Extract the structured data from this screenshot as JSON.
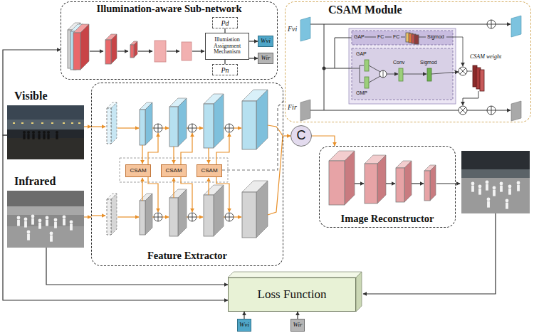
{
  "diagram": {
    "nodes": [
      {
        "text": [
          "Illumination-aware Sub-network"
        ]
      },
      {
        "text": [
          "Pd"
        ],
        "in": 0
      },
      {
        "text": [
          "Illumiation Assignment Mechanism"
        ],
        "in": 0
      },
      {
        "text": [
          "Pn"
        ],
        "in": 0
      },
      {
        "text": [
          "Wvi"
        ],
        "in": 0
      },
      {
        "text": [
          "Wir"
        ],
        "in": 0
      },
      {
        "text": [
          "CSAM Module"
        ]
      },
      {
        "text": [
          "Visible"
        ]
      },
      {
        "text": [
          "Infrared"
        ]
      },
      {
        "text": [
          "Feature Extractor"
        ]
      },
      {
        "text": [
          "CSAM"
        ],
        "in": 9
      },
      {
        "text": [
          "CSAM"
        ],
        "in": 9
      },
      {
        "text": [
          "CSAM"
        ],
        "in": 9
      },
      {
        "text": [
          "C"
        ]
      },
      {
        "text": [
          "Image Reconstructor"
        ]
      },
      {
        "text": [
          "Loss Function"
        ]
      },
      {
        "text": [
          "Wvi"
        ]
      },
      {
        "text": [
          "Wir"
        ]
      }
    ],
    "edges": [
      {
        "from": 1,
        "to": 2,
        "arrow": "none"
      },
      {
        "from": 3,
        "to": 2,
        "arrow": "none"
      },
      {
        "from": 2,
        "to": 4,
        "arrow": "to"
      },
      {
        "from": 2,
        "to": 5,
        "arrow": "to"
      },
      {
        "from": 7,
        "to": 0,
        "arrow": "to"
      },
      {
        "from": 7,
        "to": 9,
        "arrow": "to"
      },
      {
        "from": 8,
        "to": 9,
        "arrow": "to"
      },
      {
        "from": 12,
        "to": 6,
        "arrow": "none"
      },
      {
        "from": 9,
        "to": 13,
        "arrow": "to"
      },
      {
        "from": 13,
        "to": 14,
        "arrow": "to"
      },
      {
        "from": 7,
        "to": 15,
        "arrow": "to"
      },
      {
        "from": 8,
        "to": 15,
        "arrow": "to"
      },
      {
        "from": 16,
        "to": 15,
        "arrow": "to"
      },
      {
        "from": 17,
        "to": 15,
        "arrow": "to"
      }
    ],
    "labels": [
      "Fvi",
      "GAP",
      "FC",
      "FC",
      "Sigmod",
      "CSAM weight",
      "GAP",
      "GMP",
      "Conv",
      "Sigmod",
      "Fir"
    ]
  }
}
